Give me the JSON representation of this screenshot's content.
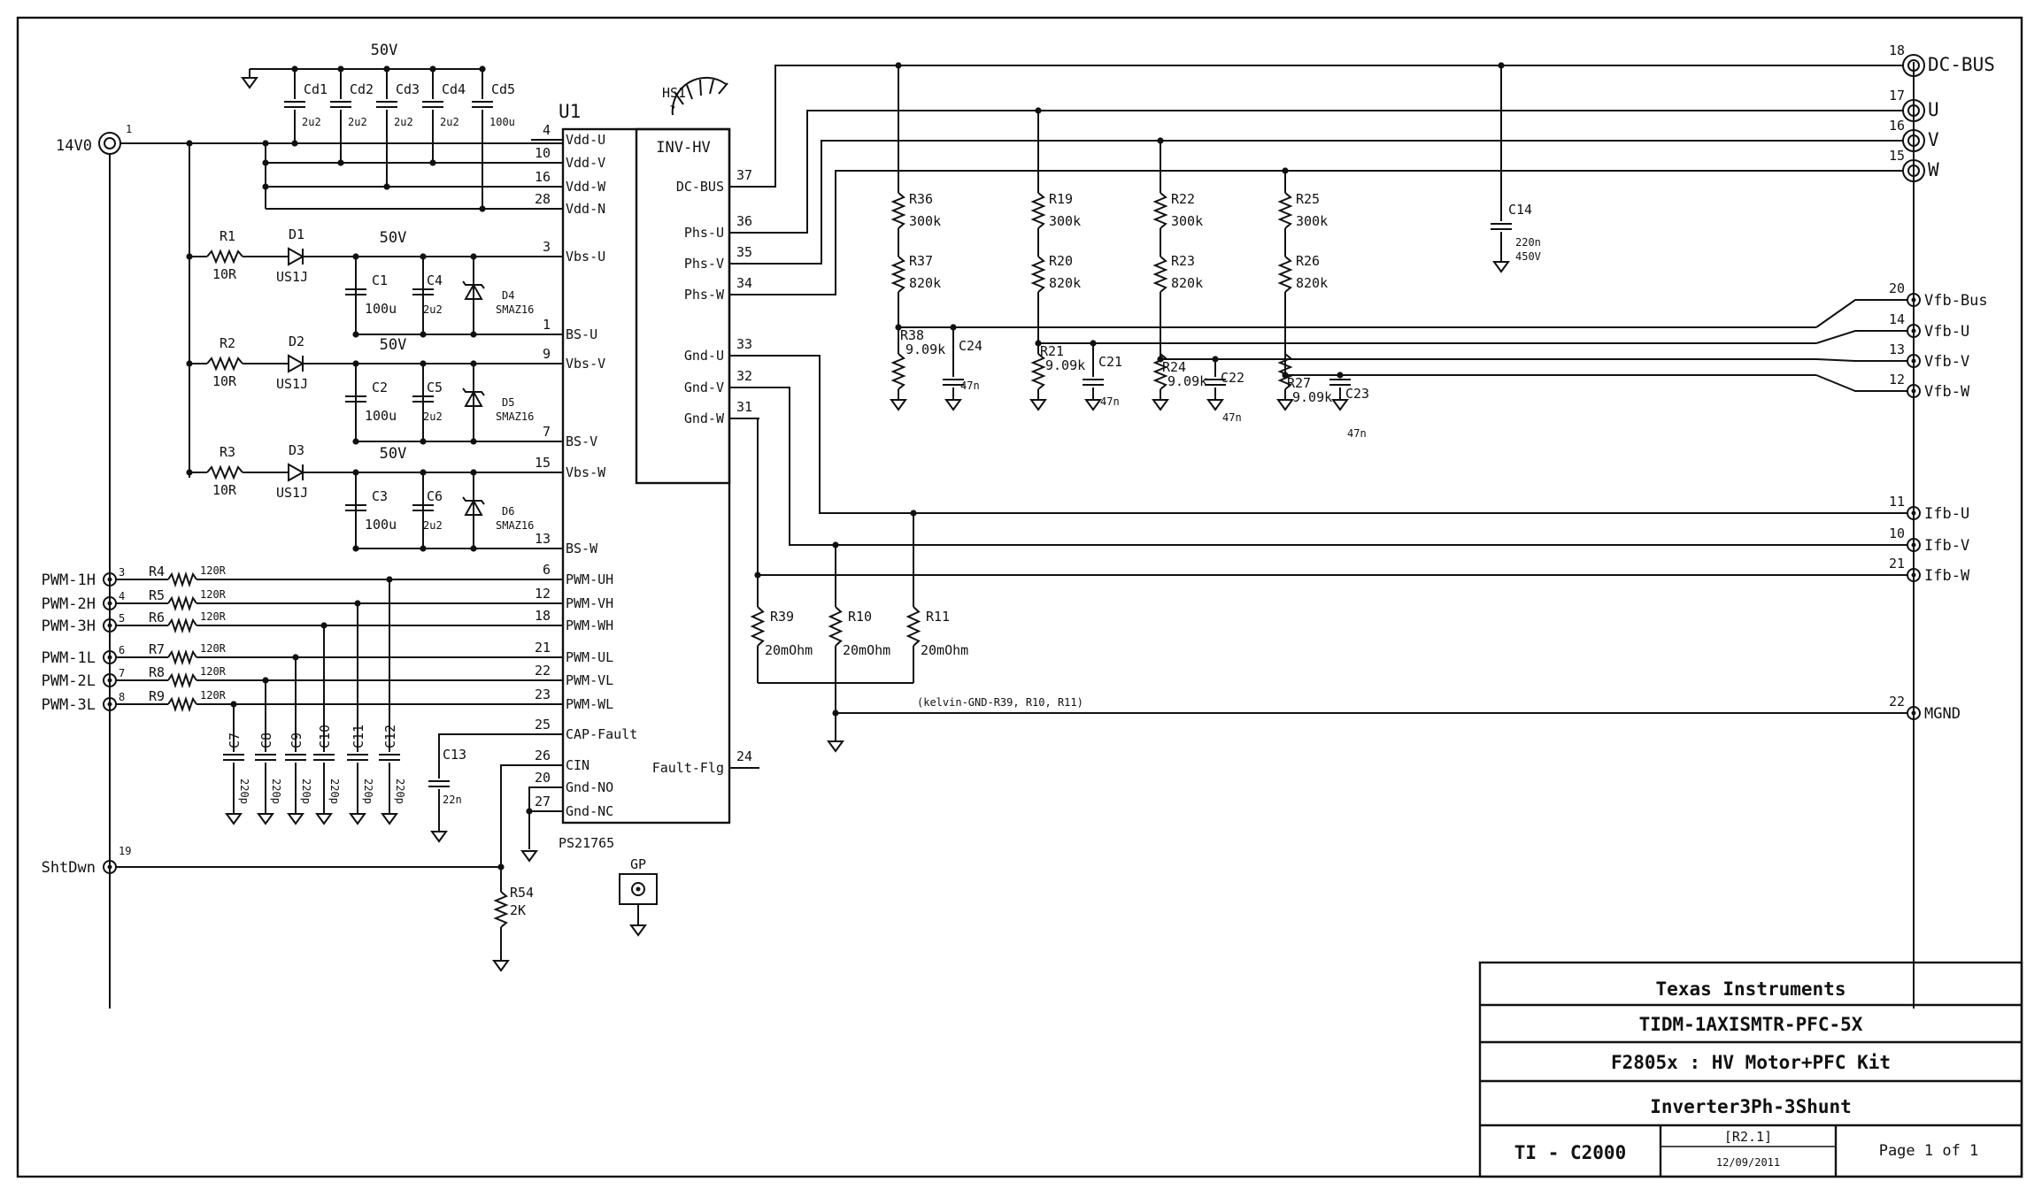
{
  "title_block": {
    "company": "Texas Instruments",
    "design": "TIDM-1AXISMTR-PFC-5X",
    "kit": "F2805x : HV Motor+PFC Kit",
    "sheet_name": "Inverter3Ph-3Shunt",
    "logo": "TI - C2000",
    "revision": "[R2.1]",
    "date": "12/09/2011",
    "page": "Page 1 of 1"
  },
  "ic": {
    "ref": "U1",
    "name": "INV-HV",
    "part": "PS21765",
    "left_pins": [
      {
        "num": "4",
        "name": "Vdd-U"
      },
      {
        "num": "10",
        "name": "Vdd-V"
      },
      {
        "num": "16",
        "name": "Vdd-W"
      },
      {
        "num": "28",
        "name": "Vdd-N"
      },
      {
        "num": "3",
        "name": "Vbs-U"
      },
      {
        "num": "1",
        "name": "BS-U"
      },
      {
        "num": "9",
        "name": "Vbs-V"
      },
      {
        "num": "7",
        "name": "BS-V"
      },
      {
        "num": "15",
        "name": "Vbs-W"
      },
      {
        "num": "13",
        "name": "BS-W"
      },
      {
        "num": "6",
        "name": "PWM-UH"
      },
      {
        "num": "12",
        "name": "PWM-VH"
      },
      {
        "num": "18",
        "name": "PWM-WH"
      },
      {
        "num": "21",
        "name": "PWM-UL"
      },
      {
        "num": "22",
        "name": "PWM-VL"
      },
      {
        "num": "23",
        "name": "PWM-WL"
      },
      {
        "num": "25",
        "name": "CAP-Fault"
      },
      {
        "num": "26",
        "name": "CIN"
      },
      {
        "num": "20",
        "name": "Gnd-NO"
      },
      {
        "num": "27",
        "name": "Gnd-NC"
      }
    ],
    "right_pins": [
      {
        "num": "37",
        "name": "DC-BUS"
      },
      {
        "num": "36",
        "name": "Phs-U"
      },
      {
        "num": "35",
        "name": "Phs-V"
      },
      {
        "num": "34",
        "name": "Phs-W"
      },
      {
        "num": "33",
        "name": "Gnd-U"
      },
      {
        "num": "32",
        "name": "Gnd-V"
      },
      {
        "num": "31",
        "name": "Gnd-W"
      },
      {
        "num": "24",
        "name": "Fault-Flg"
      }
    ]
  },
  "heatsink": {
    "ref": "HS1",
    "value": "?"
  },
  "supply": {
    "num": "1",
    "label": "14V0"
  },
  "shutdown": {
    "num": "19",
    "label": "ShtDwn"
  },
  "gp": {
    "label": "GP"
  },
  "decoupling": {
    "voltage": "50V",
    "caps": [
      {
        "ref": "Cd1",
        "value": "2u2"
      },
      {
        "ref": "Cd2",
        "value": "2u2"
      },
      {
        "ref": "Cd3",
        "value": "2u2"
      },
      {
        "ref": "Cd4",
        "value": "2u2"
      },
      {
        "ref": "Cd5",
        "value": "100u"
      }
    ]
  },
  "bootstrap": [
    {
      "r_ref": "R1",
      "r_val": "10R",
      "d_ref": "D1",
      "d_val": "US1J",
      "volt": "50V",
      "ce_ref": "C1",
      "ce_val": "100u",
      "c_ref": "C4",
      "c_val": "2u2",
      "z_ref": "D4",
      "z_val": "SMAZ16"
    },
    {
      "r_ref": "R2",
      "r_val": "10R",
      "d_ref": "D2",
      "d_val": "US1J",
      "volt": "50V",
      "ce_ref": "C2",
      "ce_val": "100u",
      "c_ref": "C5",
      "c_val": "2u2",
      "z_ref": "D5",
      "z_val": "SMAZ16"
    },
    {
      "r_ref": "R3",
      "r_val": "10R",
      "d_ref": "D3",
      "d_val": "US1J",
      "volt": "50V",
      "ce_ref": "C3",
      "ce_val": "100u",
      "c_ref": "C6",
      "c_val": "2u2",
      "z_ref": "D6",
      "z_val": "SMAZ16"
    }
  ],
  "pwm_inputs": [
    {
      "label": "PWM-1H",
      "num": "3",
      "r_ref": "R4",
      "r_val": "120R"
    },
    {
      "label": "PWM-2H",
      "num": "4",
      "r_ref": "R5",
      "r_val": "120R"
    },
    {
      "label": "PWM-3H",
      "num": "5",
      "r_ref": "R6",
      "r_val": "120R"
    },
    {
      "label": "PWM-1L",
      "num": "6",
      "r_ref": "R7",
      "r_val": "120R"
    },
    {
      "label": "PWM-2L",
      "num": "7",
      "r_ref": "R8",
      "r_val": "120R"
    },
    {
      "label": "PWM-3L",
      "num": "8",
      "r_ref": "R9",
      "r_val": "120R"
    }
  ],
  "pwm_caps": [
    {
      "ref": "C7",
      "value": "220p"
    },
    {
      "ref": "C8",
      "value": "220p"
    },
    {
      "ref": "C9",
      "value": "220p"
    },
    {
      "ref": "C10",
      "value": "220p"
    },
    {
      "ref": "C11",
      "value": "220p"
    },
    {
      "ref": "C12",
      "value": "220p"
    }
  ],
  "c13": {
    "ref": "C13",
    "value": "22n"
  },
  "r54": {
    "ref": "R54",
    "value": "2K"
  },
  "c14": {
    "ref": "C14",
    "value": "220n",
    "voltage": "450V"
  },
  "dividers": [
    {
      "r_top": "R36",
      "r_top_val": "300k",
      "r_mid": "R37",
      "r_mid_val": "820k",
      "r_bot": "R38",
      "r_bot_val": "9.09k",
      "c_ref": "C24",
      "c_val": "47n"
    },
    {
      "r_top": "R19",
      "r_top_val": "300k",
      "r_mid": "R20",
      "r_mid_val": "820k",
      "r_bot": "R21",
      "r_bot_val": "9.09k",
      "c_ref": "C21",
      "c_val": "47n"
    },
    {
      "r_top": "R22",
      "r_top_val": "300k",
      "r_mid": "R23",
      "r_mid_val": "820k",
      "r_bot": "R24",
      "r_bot_val": "9.09k",
      "c_ref": "C22",
      "c_val": "47n"
    },
    {
      "r_top": "R25",
      "r_top_val": "300k",
      "r_mid": "R26",
      "r_mid_val": "820k",
      "r_bot": "R27",
      "r_bot_val": "9.09k",
      "c_ref": "C23",
      "c_val": "47n"
    }
  ],
  "shunts": [
    {
      "ref": "R39",
      "value": "20mOhm"
    },
    {
      "ref": "R10",
      "value": "20mOhm"
    },
    {
      "ref": "R11",
      "value": "20mOhm"
    }
  ],
  "kelvin_note": "(kelvin-GND-R39, R10, R11)",
  "connectors": [
    {
      "num": "18",
      "label": "DC-BUS"
    },
    {
      "num": "17",
      "label": "U"
    },
    {
      "num": "16",
      "label": "V"
    },
    {
      "num": "15",
      "label": "W"
    },
    {
      "num": "20",
      "label": "Vfb-Bus"
    },
    {
      "num": "14",
      "label": "Vfb-U"
    },
    {
      "num": "13",
      "label": "Vfb-V"
    },
    {
      "num": "12",
      "label": "Vfb-W"
    },
    {
      "num": "11",
      "label": "Ifb-U"
    },
    {
      "num": "10",
      "label": "Ifb-V"
    },
    {
      "num": "21",
      "label": "Ifb-W"
    },
    {
      "num": "22",
      "label": "MGND"
    }
  ]
}
